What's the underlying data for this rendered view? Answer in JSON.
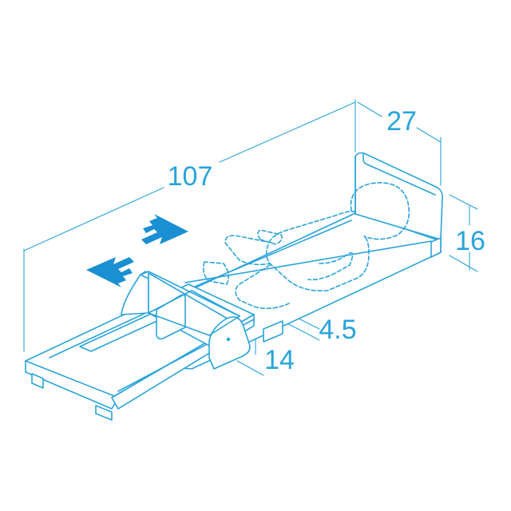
{
  "diagram": {
    "dimensions": {
      "length": "107",
      "width": "27",
      "height": "16",
      "base_height": "4.5",
      "slider_width": "14"
    },
    "colors": {
      "line": "#29a3dc",
      "arrow": "#1a8fd1",
      "background": "#ffffff"
    }
  }
}
